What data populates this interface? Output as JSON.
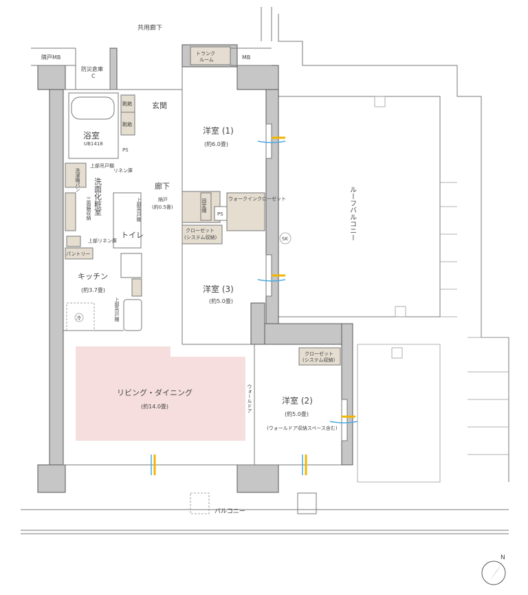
{
  "plan": {
    "common_corridor": "共用廊下",
    "neighbor_mb": "隣戸MB",
    "disaster_storage": "防災倉庫",
    "disaster_storage_mark": "C",
    "trunk_room": [
      "トランク",
      "ルーム"
    ],
    "mb": "MB",
    "entrance": "玄関",
    "shoe_box": "靴箱",
    "bathroom": {
      "name": "浴室",
      "spec": "UB1418"
    },
    "ps": "PS",
    "upper_cabinet": "上部吊戸棚",
    "linen": "リネン庫",
    "upper_linen": "上部リネン庫",
    "washroom": "洗面化粧室",
    "mirror_storage": "三面鏡収納",
    "laundry_pan": "洗濯機パン",
    "hallway": "廊下",
    "storeroom": {
      "name": "納戸",
      "size": "(約0.5畳)"
    },
    "fixed_shelf": "固定棚",
    "walk_in_closet": "ウォークインクローゼット",
    "closet": {
      "name": "クローゼット",
      "note": "(システム収納)"
    },
    "toilet": "トイレ",
    "pantry": "パントリー",
    "kitchen": {
      "name": "キッチン",
      "size": "(約3.7畳)"
    },
    "room1": {
      "name": "洋室 (1)",
      "size": "(約6.0畳)"
    },
    "room2": {
      "name": "洋室 (2)",
      "size": "(約5.0畳)",
      "note": "(ウォールドア収納スペース含む)"
    },
    "room3": {
      "name": "洋室 (3)",
      "size": "(約5.0畳)"
    },
    "roof_balcony": "ルーフバルコニー",
    "sk": "SK",
    "living": {
      "name": "リビング・ダイニング",
      "size": "(約14.0畳)",
      "highlight_color": "#f6dede"
    },
    "wall_door": "ウォールドア",
    "balcony": "バルコニー",
    "ac_unit": "冷",
    "north": "N"
  }
}
